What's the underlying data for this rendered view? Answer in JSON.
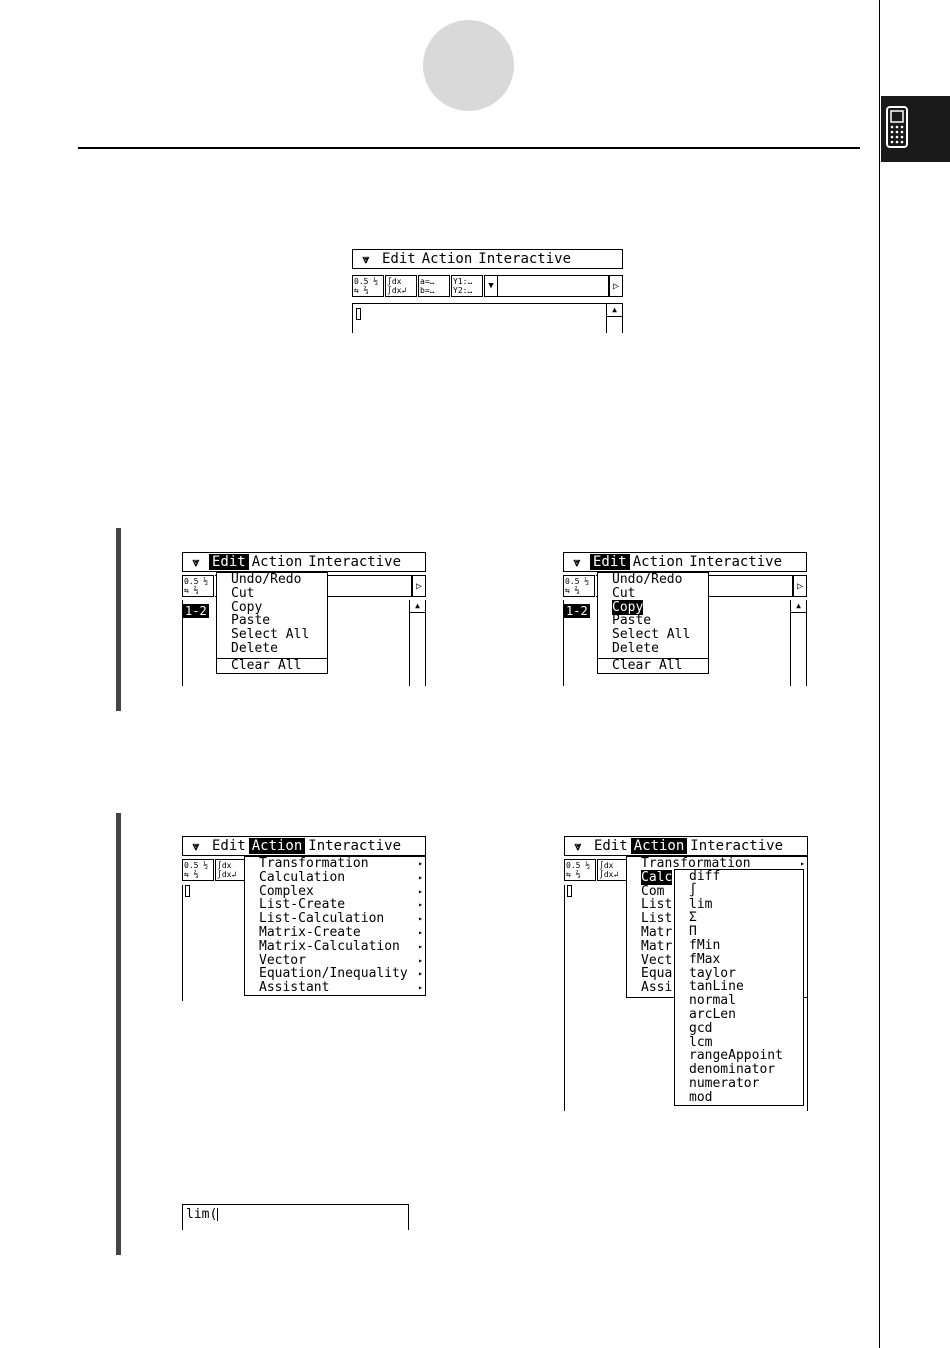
{
  "menubar": {
    "logo": "⩔",
    "items": [
      "Edit",
      "Action",
      "Interactive"
    ]
  },
  "toolbar": {
    "btn1": "0.5 ½ ⇆ ⅔",
    "btn2": "∫dx ∫dx↲",
    "btn3": "a=… b=…",
    "btn4": "Y1:… Y2:…",
    "dropdown_icon": "▼",
    "scroll_right_icon": "▷"
  },
  "edit_menu": {
    "items": [
      "Undo/Redo",
      "Cut",
      "Copy",
      "Paste",
      "Select All",
      "Delete"
    ],
    "footer_item": "Clear All",
    "selected_right": "Copy"
  },
  "history_entry": "1-2",
  "action_menu": {
    "items": [
      "Transformation",
      "Calculation",
      "Complex",
      "List-Create",
      "List-Calculation",
      "Matrix-Create",
      "Matrix-Calculation",
      "Vector",
      "Equation/Inequality",
      "Assistant"
    ],
    "truncated": [
      "Transformation",
      "Calc",
      "Com",
      "List",
      "List",
      "Matr",
      "Matr",
      "Vect",
      "Equa",
      "Assi"
    ]
  },
  "calculation_submenu": [
    "diff",
    "∫",
    "lim",
    "Σ",
    "Π",
    "fMin",
    "fMax",
    "taylor",
    "tanLine",
    "normal",
    "arcLen",
    "gcd",
    "lcm",
    "rangeAppoint",
    "denominator",
    "numerator",
    "mod"
  ],
  "input_result": "lim(",
  "icons": {
    "calculator": "calculator-icon",
    "scroll_up": "▲",
    "submenu_arrow": "▸"
  }
}
